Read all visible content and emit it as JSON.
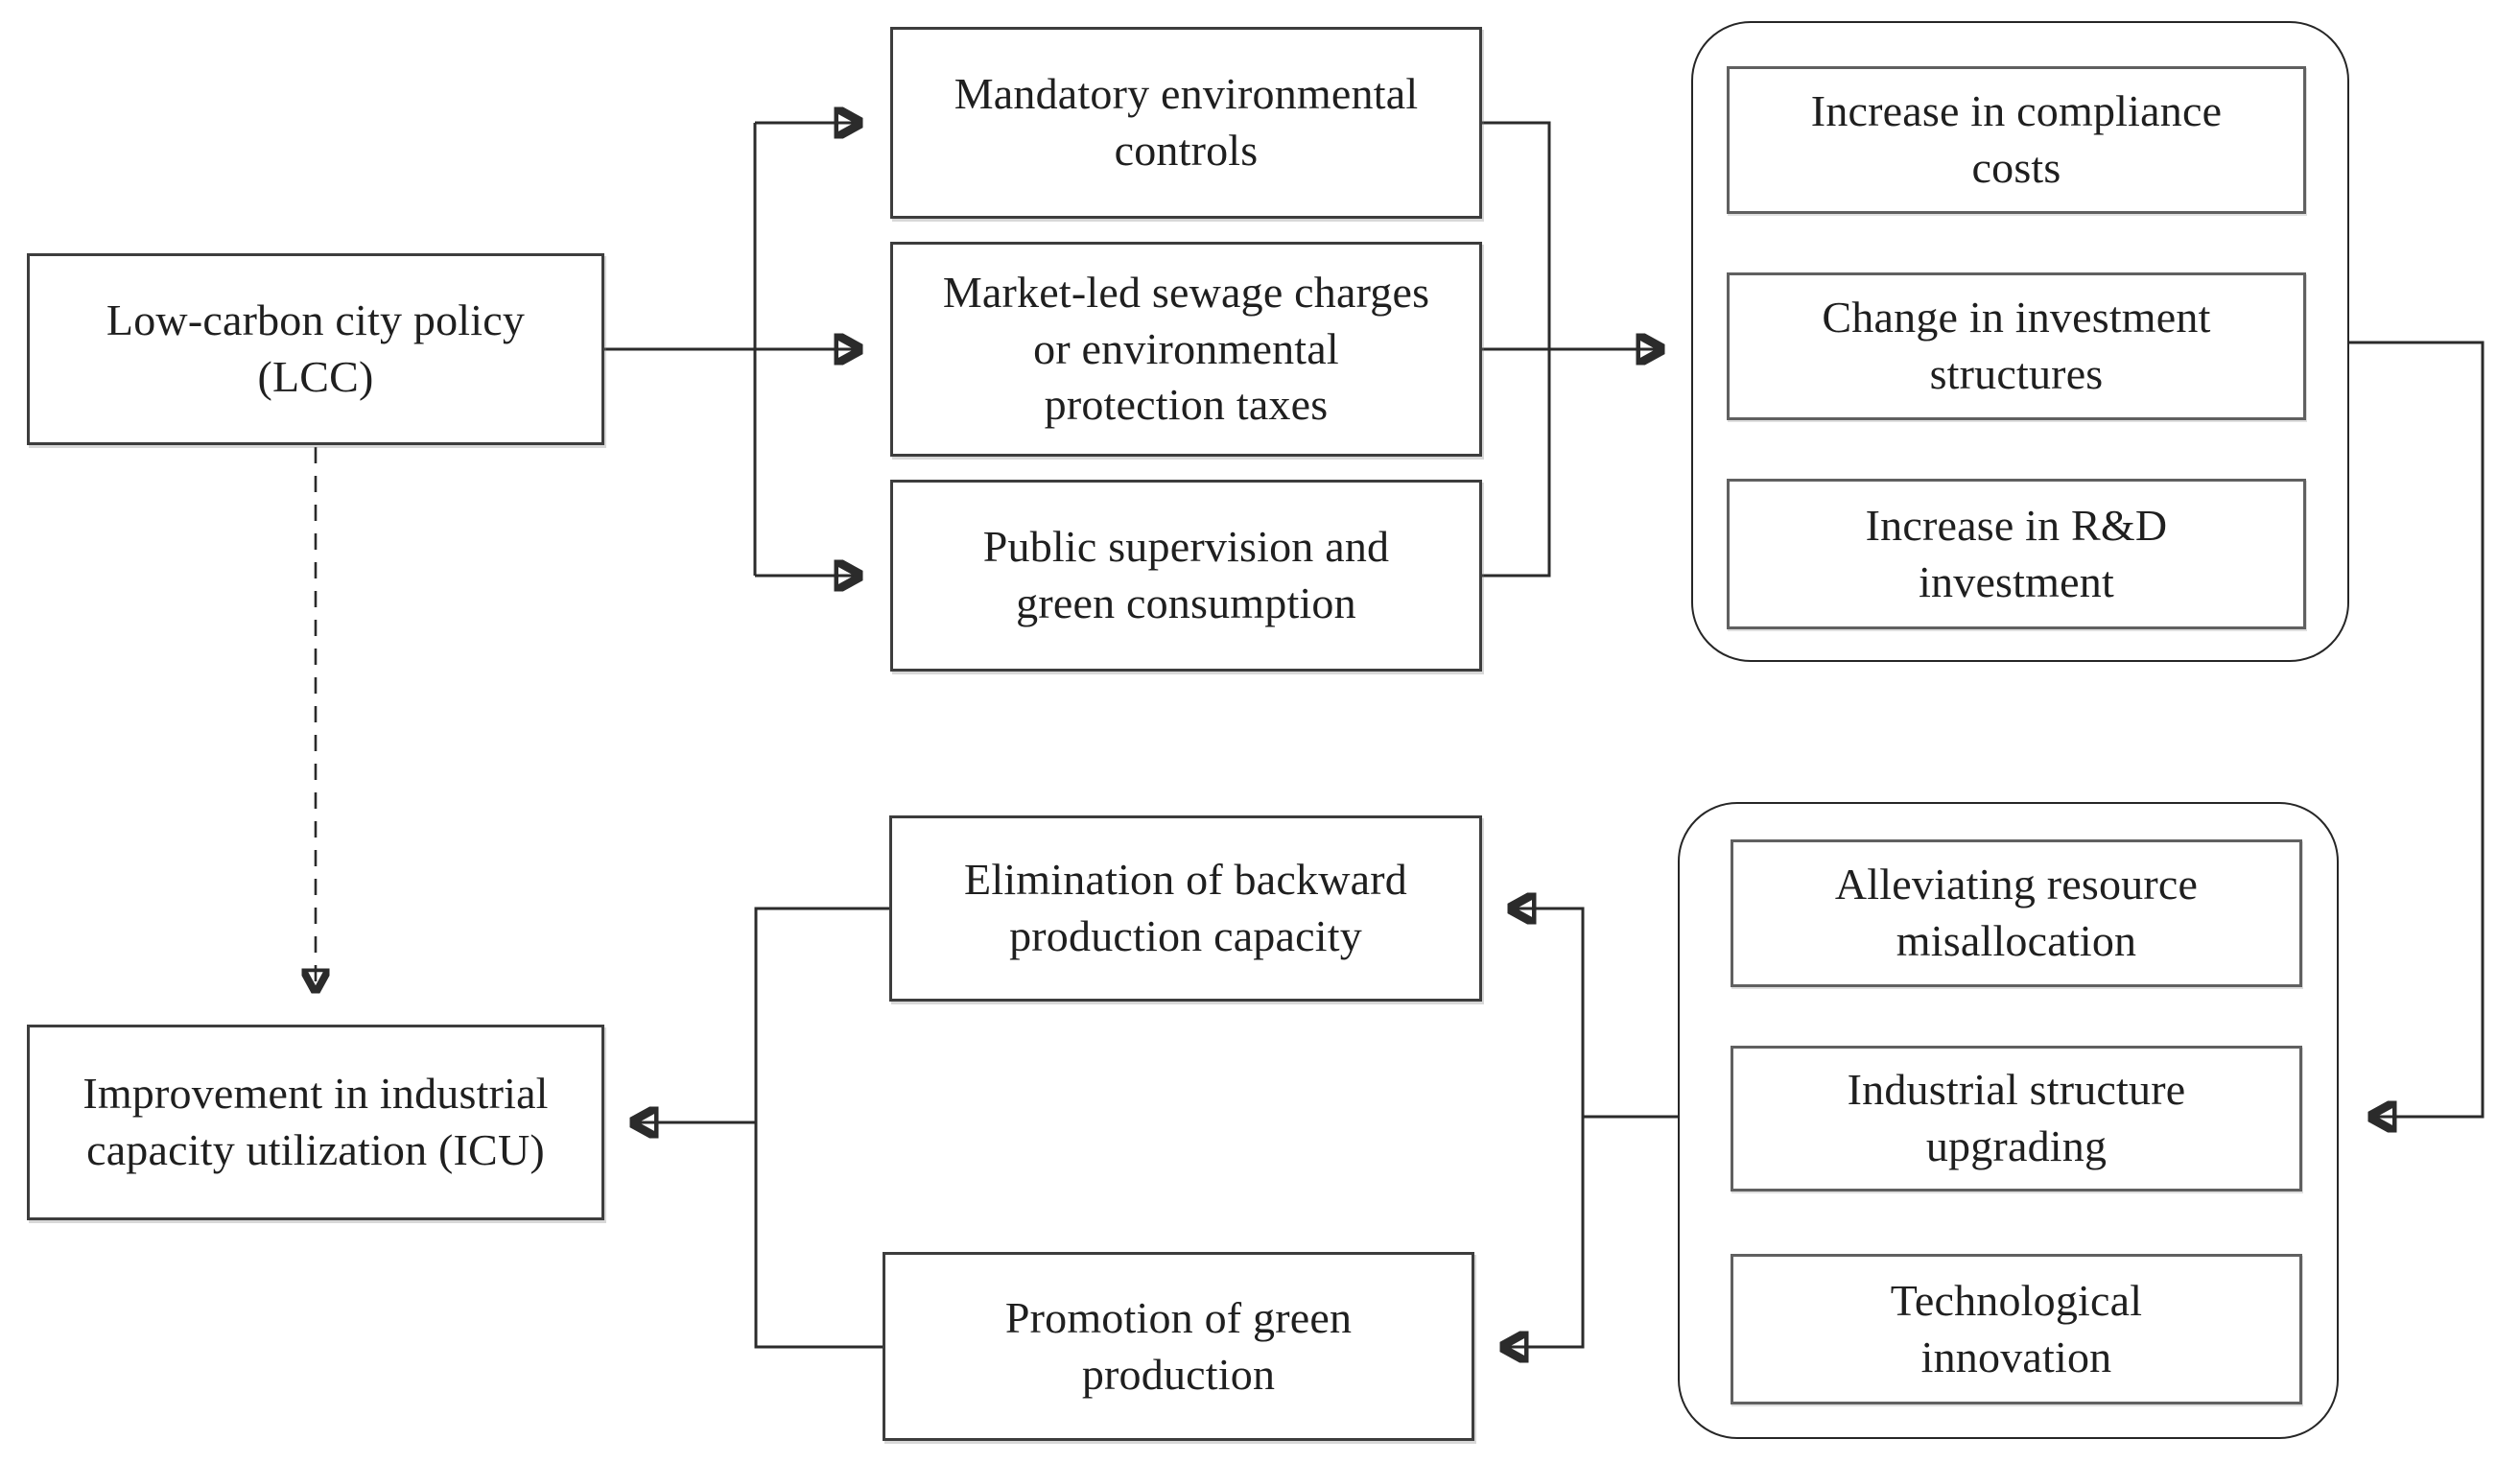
{
  "colors": {
    "background": "#ffffff",
    "line": "#2b2b2b",
    "box_border": "#3d3d3d",
    "inner_box_border": "#606060",
    "group_border": "#262626",
    "text": "#1f1f1f"
  },
  "nodes": {
    "lcc": {
      "label": "Low-carbon city policy\n(LCC)"
    },
    "mandatory": {
      "label": "Mandatory environmental\ncontrols"
    },
    "market": {
      "label": "Market-led sewage charges\nor environmental\nprotection taxes"
    },
    "public_supervision": {
      "label": "Public supervision and\ngreen consumption"
    },
    "compliance": {
      "label": "Increase in compliance\ncosts"
    },
    "investment": {
      "label": "Change in investment\nstructures"
    },
    "rnd": {
      "label": "Increase in R&D\ninvestment"
    },
    "alleviating": {
      "label": "Alleviating resource\nmisallocation"
    },
    "industrial": {
      "label": "Industrial structure\nupgrading"
    },
    "technological": {
      "label": "Technological\ninnovation"
    },
    "elimination": {
      "label": "Elimination of backward\nproduction capacity"
    },
    "promotion": {
      "label": "Promotion of green\nproduction"
    },
    "icu": {
      "label": "Improvement in industrial\ncapacity utilization (ICU)"
    }
  }
}
